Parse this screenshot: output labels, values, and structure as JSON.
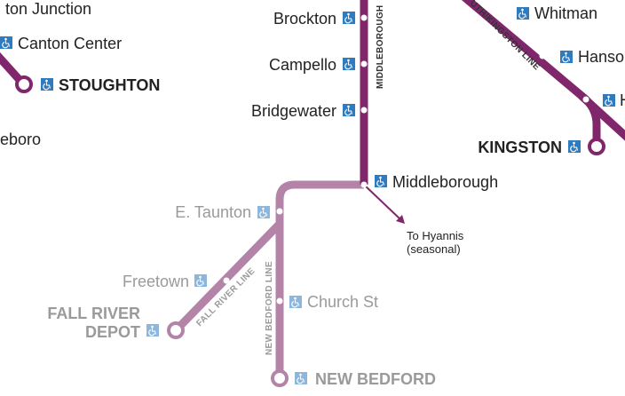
{
  "colors": {
    "line_active": "#80276c",
    "line_future": "#b484a8",
    "access_icon": "#2f7bbf",
    "future_text": "#9a9a9a"
  },
  "stations": {
    "stoughton_junction": "ton Junction",
    "canton_center": "Canton Center",
    "stoughton": "STOUGHTON",
    "attleboro": "eboro",
    "brockton": "Brockton",
    "campello": "Campello",
    "bridgewater": "Bridgewater",
    "middleborough": "Middleborough",
    "whitman": "Whitman",
    "hanson": "Hanso",
    "halifax": "H",
    "kingston": "KINGSTON",
    "e_taunton": "E. Taunton",
    "freetown": "Freetown",
    "fall_river_1": "FALL RIVER",
    "fall_river_2": "DEPOT",
    "church_st": "Church St",
    "new_bedford": "NEW BEDFORD"
  },
  "lines": {
    "middleborough": "MIDDLEBOROUGH",
    "plymouth_kingston": "UTH/KINGSTON LINE",
    "fall_river": "FALL RIVER LINE",
    "new_bedford": "NEW BEDFORD LINE"
  },
  "notes": {
    "hyannis_1": "To Hyannis",
    "hyannis_2": "(seasonal)"
  },
  "icons": {
    "accessible": "wheelchair-icon"
  }
}
